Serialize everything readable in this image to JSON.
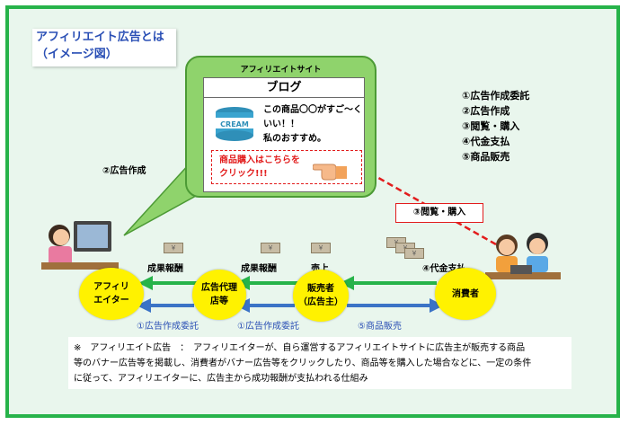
{
  "title": {
    "line1": "アフィリエイト広告とは",
    "line2": "（イメージ図）"
  },
  "affiliate_site": {
    "label": "アフィリエイトサイト",
    "blog_title": "ブログ",
    "post_line1": "この商品〇〇がすご～く",
    "post_line2": "いい！！",
    "post_line3": "私のおすすめ。",
    "cream_label": "CREAM",
    "ad_line1": "商品購入はこちらを",
    "ad_line2": "クリック!!!"
  },
  "steps": [
    "①広告作成委託",
    "②広告作成",
    "③閲覧・購入",
    "④代金支払",
    "⑤商品販売"
  ],
  "nodes": {
    "affiliator_line1": "アフィリ",
    "affiliator_line2": "エイター",
    "agency_line1": "広告代理",
    "agency_line2": "店等",
    "seller_line1": "販売者",
    "seller_line2": "（広告主）",
    "consumer": "消費者"
  },
  "flows": {
    "ad_creation": "②広告作成",
    "browse_purchase": "③閲覧・購入",
    "reward_1": "成果報酬",
    "reward_2": "成果報酬",
    "sales": "売上",
    "payment": "④代金支払",
    "commission_1": "①広告作成委託",
    "commission_2": "①広告作成委託",
    "product_sale": "⑤商品販売"
  },
  "money_symbol": "￥",
  "note": {
    "line1": "※　アフィリエイト広告　：　アフィリエイターが、自ら運営するアフィリエイトサイトに広告主が販売する商品",
    "line2": "等のバナー広告等を掲載し、消費者がバナー広告等をクリックしたり、商品等を購入した場合などに、一定の条件",
    "line3": "に従って、アフィリエイターに、広告主から成功報酬が支払われる仕組み"
  },
  "colors": {
    "frame": "#27b34a",
    "background": "#e9f6ed",
    "node": "#fff200",
    "green_arrow": "#27b34a",
    "blue_arrow": "#3b73c6",
    "red_arrow": "#e21c1c",
    "title_text": "#2a4fb5"
  }
}
